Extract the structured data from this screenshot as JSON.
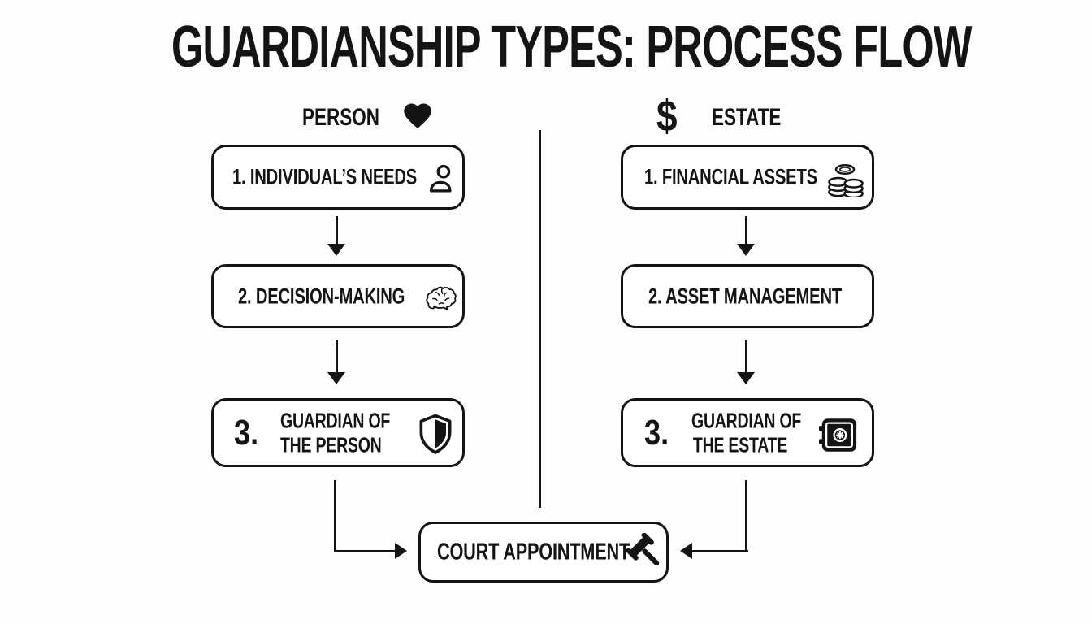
{
  "title": "GUARDIANSHIP TYPES: PROCESS FLOW",
  "columns": [
    {
      "header": {
        "label": "PERSON",
        "icon": "heart-icon"
      },
      "steps": [
        {
          "text": "1. INDIVIDUAL’S NEEDS",
          "icon": "person-icon"
        },
        {
          "text": "2. DECISION-MAKING",
          "icon": "brain-icon"
        },
        {
          "number": "3.",
          "lines": [
            "GUARDIAN OF",
            "THE PERSON"
          ],
          "icon": "shield-icon"
        }
      ]
    },
    {
      "header": {
        "label": "ESTATE",
        "icon": "dollar-sign-icon",
        "icon_char": "$"
      },
      "steps": [
        {
          "text": "1. FINANCIAL ASSETS",
          "icon": "coins-icon"
        },
        {
          "text": "2. ASSET MANAGEMENT",
          "icon": null
        },
        {
          "number": "3.",
          "lines": [
            "GUARDIAN OF",
            "THE ESTATE"
          ],
          "icon": "safe-icon"
        }
      ]
    }
  ],
  "final_step": {
    "text": "COURT APPOINTMENT",
    "icon": "gavel-icon"
  },
  "colors": {
    "ink": "#141414",
    "background": "#fdfdfd",
    "box_fill": "#ffffff"
  }
}
